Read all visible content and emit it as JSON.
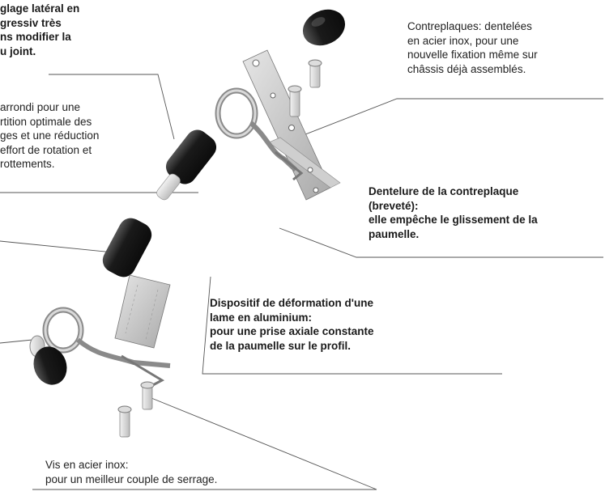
{
  "labels": {
    "top_left": {
      "lines": [
        "glage latéral en",
        "gressiv très",
        "ns modifier la",
        "u joint."
      ]
    },
    "mid_left": {
      "lines": [
        "arrondi pour une",
        "rtition optimale des",
        "ges et une réduction",
        "effort de rotation et",
        "rottements."
      ]
    },
    "top_right": {
      "lines": [
        "Contreplaques: dentelées",
        "en acier inox, pour une",
        "nouvelle fixation même sur",
        "châssis déjà assemblés."
      ]
    },
    "right_mid": {
      "lines": [
        "Dentelure de la contreplaque",
        "(breveté):",
        "elle empêche le glissement de la",
        "paumelle."
      ]
    },
    "center": {
      "lines": [
        "Dispositif de déformation d'une",
        "lame en aluminium:",
        "pour une prise axiale constante",
        "de la paumelle sur le profil."
      ]
    },
    "bottom": {
      "lines": [
        "Vis en acier inox:",
        "pour un meilleur couple de serrage."
      ]
    }
  },
  "colors": {
    "text": "#1a1a1a",
    "leader_line": "#555555",
    "metal": "#b8b8b8",
    "dark_part": "#1e1e1e"
  }
}
